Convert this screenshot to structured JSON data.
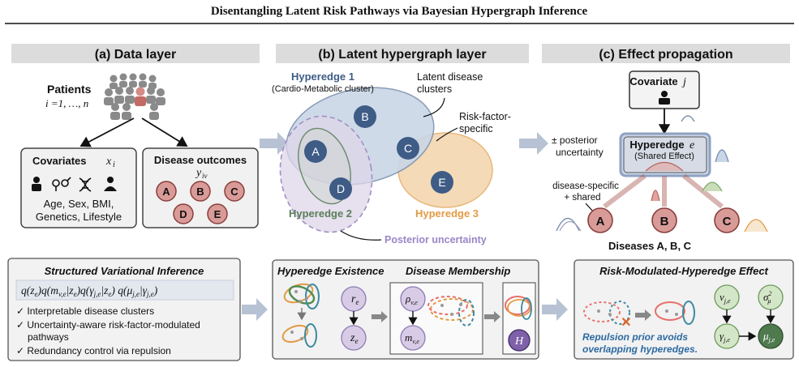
{
  "title": "Disentangling Latent Risk Pathways via Bayesian Hypergraph Inference",
  "panel_a": {
    "header": "(a) Data layer",
    "patients_label": "Patients",
    "patients_index": "i =1, …, n",
    "covariates_label": "Covariates",
    "covariates_symbol": "x",
    "covariates_sub": "i",
    "covariates_text_1": "Age, Sex, BMI,",
    "covariates_text_2": "Genetics, Lifestyle",
    "outcomes_label": "Disease outcomes",
    "outcomes_symbol": "y",
    "outcomes_sub": "iv",
    "diseases": [
      "A",
      "B",
      "C",
      "D",
      "E"
    ]
  },
  "panel_b": {
    "header": "(b) Latent hypergraph layer",
    "hyperedge1": "Hyperedge 1",
    "hyperedge1_sub": "(Cardio-Metabolic cluster)",
    "hyperedge2": "Hyperedge 2",
    "hyperedge3": "Hyperedge 3",
    "latent_label_1": "Latent disease",
    "latent_label_2": "clusters",
    "risk_label_1": "Risk-factor-",
    "risk_label_2": "specific",
    "posterior_label": "Posterior uncertainty",
    "nodes": [
      "A",
      "B",
      "C",
      "D",
      "E"
    ]
  },
  "panel_c": {
    "header": "(c) Effect propagation",
    "covariate_label": "Covariate",
    "covariate_sym": "j",
    "hyperedge_label": "Hyperedge",
    "hyperedge_sym": "e",
    "shared_effect": "(Shared Effect)",
    "pm_uncertainty_1": "± posterior",
    "pm_uncertainty_2": "uncertainty",
    "disease_specific_1": "disease-specific",
    "disease_specific_2": "+ shared",
    "nodes": [
      "A",
      "B",
      "C"
    ],
    "diseases_label": "Diseases A, B, C"
  },
  "bottom_left": {
    "title": "Structured Variational Inference",
    "q_z": "z",
    "q_m": "m",
    "q_gamma": "γ",
    "q_mu": "μ",
    "checks": [
      "Interpretable disease clusters",
      "Uncertainty-aware risk-factor-modulated",
      "pathways",
      "Redundancy control via repulsion"
    ]
  },
  "bottom_mid": {
    "existence_title": "Hyperedge Existence",
    "membership_title": "Disease Membership",
    "r_node": "r",
    "z_node": "z",
    "rho_node": "ρ",
    "m_node": "m",
    "h_node": "H",
    "sub_e": "e",
    "sub_ve": "v,e"
  },
  "bottom_right": {
    "title": "Risk-Modulated-Hyperedge Effect",
    "repulsion_1": "Repulsion prior avoids",
    "repulsion_2": "overlapping hyperedges.",
    "nu_node": "ν",
    "sigma_node": "σ",
    "sigma_sup": "2",
    "sigma_sub": "μ",
    "gamma_node": "γ",
    "mu_node": "μ",
    "sub_je": "j,e"
  },
  "colors": {
    "disease_fill": "#d99b98",
    "disease_stroke": "#8a3f3c",
    "node_blue": "#3e5c86",
    "hyperedge1_fill": "#c9d6e6",
    "hyperedge2_fill": "#ddd6ea",
    "hyperedge3_fill": "#f4d7b0",
    "node_purple": "#d7cbe6",
    "node_green": "#d4e6c8",
    "node_dark_green": "#4f7a4e",
    "header_grey": "#dcdcdc",
    "arrow_grey": "#b7c3d4",
    "repulsion_text": "#2c6aa0"
  }
}
